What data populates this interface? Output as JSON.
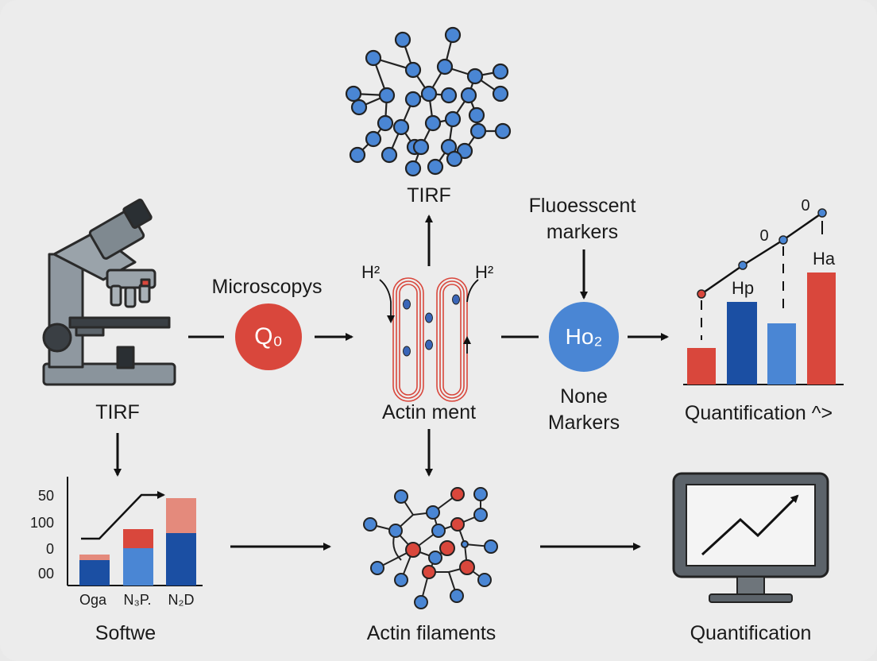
{
  "labels": {
    "tirf_top": "TIRF",
    "tirf_left": "TIRF",
    "microscopys": "Microscopys",
    "actin_ment": "Actin ment",
    "fluorescent_line1": "Fluoesscent",
    "fluorescent_line2": "markers",
    "none_line1": "None",
    "none_line2": "Markers",
    "quantification_right": "Quantification ^>",
    "software": "Softwe",
    "actin_filaments": "Actin filaments",
    "quantification_bottom": "Quantification",
    "h2_left": "H²",
    "h2_right": "H²"
  },
  "nodes": {
    "red_node_text": "Q₀",
    "blue_node_text": "Ho₂"
  },
  "chart_right": {
    "labels": [
      "Hp",
      "Ha",
      "0",
      "0"
    ]
  },
  "chart_left": {
    "y_ticks": [
      "50",
      "100",
      "0",
      "00"
    ],
    "x_labels": [
      "Oga",
      "N₃P.",
      "N₂D"
    ]
  },
  "colors": {
    "red": "#d9473c",
    "dark_blue": "#1b4fa3",
    "blue": "#4a86d4",
    "light_red": "#e48a7c"
  }
}
